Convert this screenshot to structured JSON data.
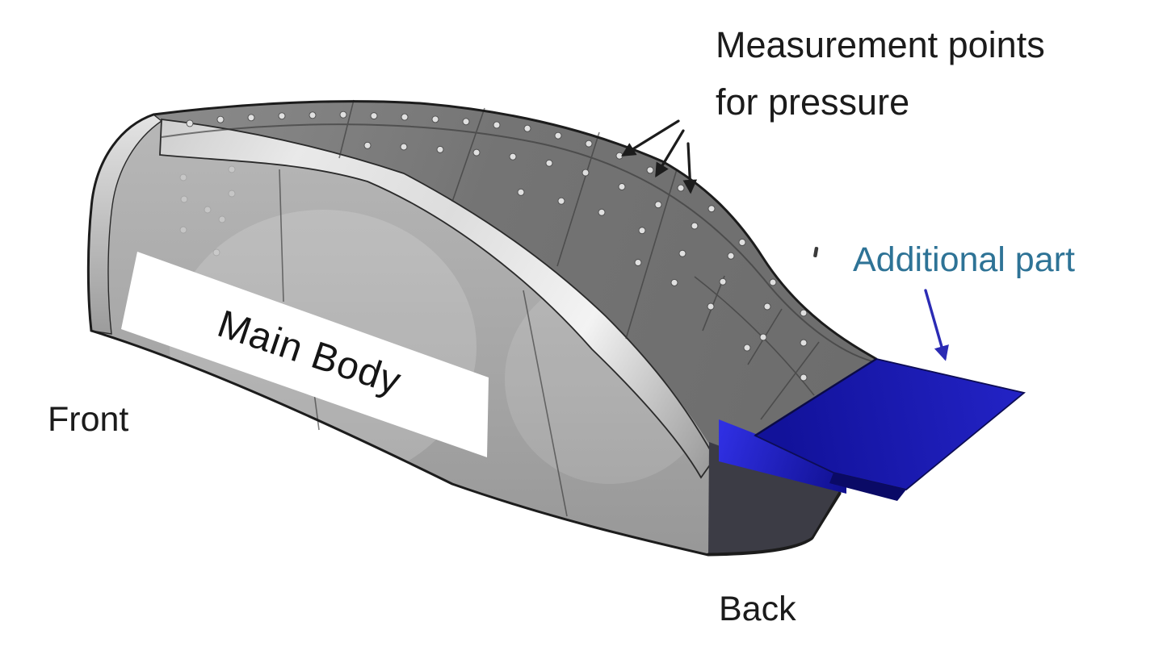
{
  "diagram": {
    "type": "annotated-3d-cad-figure",
    "description": "Simplified vehicle body model with pressure measurement points and blue additional rear plate",
    "labels": {
      "measurement_points_line1": "Measurement points",
      "measurement_points_line2": "for pressure",
      "additional_part": "Additional part",
      "main_body": "Main Body",
      "front": "Front",
      "back": "Back"
    },
    "colors": {
      "background": "#ffffff",
      "annotation_text": "#1b1b1b",
      "additional_part_text": "#2e7396",
      "main_body_text": "#151515",
      "outline": "#1c1c1c",
      "body_side": "#a9a9a9",
      "body_roof": "#757575",
      "highlight_rail": "#eeeeee",
      "label_band": "#ffffff",
      "rear_face_shadow": "#3c3c45",
      "plate_blue": "#1a1ab4",
      "plate_blue_dark": "#0a0a66",
      "web_blue": "#2d2dd8",
      "arrow_black": "#1c1c1c",
      "arrow_blue": "#2b2bb4",
      "dot_fill": "#e6e6e6",
      "dot_stroke": "#4a4a4a"
    }
  }
}
